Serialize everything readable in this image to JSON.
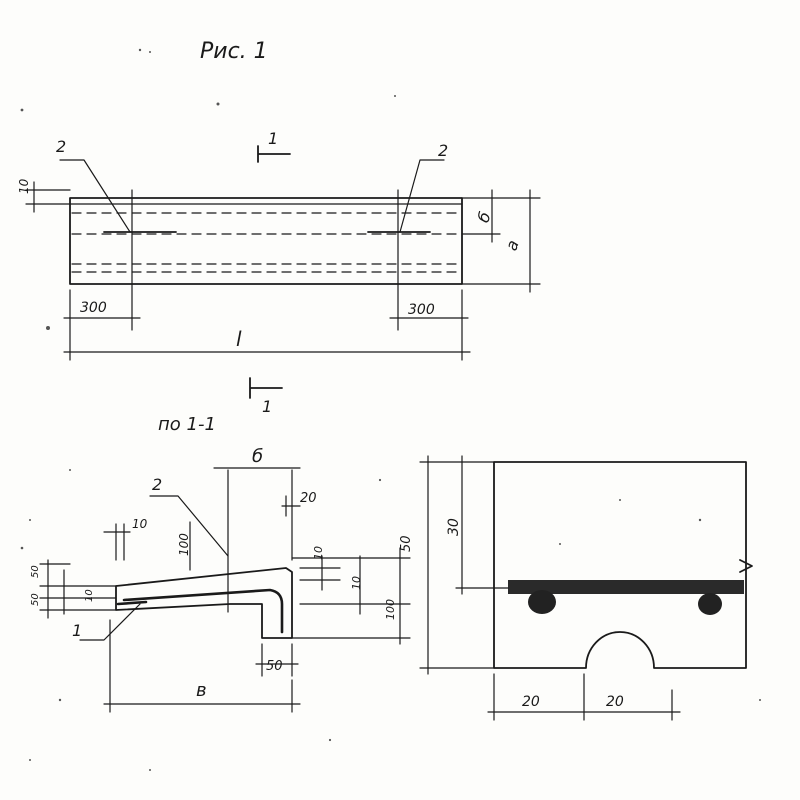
{
  "figure": {
    "title": "Рис. 1",
    "section_mark": "1",
    "section_mark_lower": "1",
    "section_caption": "по 1-1"
  },
  "plan_view": {
    "label_left_bar": "2",
    "label_right_bar": "2",
    "dim_edge": "10",
    "dim_left": "300",
    "dim_right": "300",
    "dim_length": "l",
    "dim_height_inner": "б",
    "dim_height_outer": "а"
  },
  "section_view": {
    "label_bar_top": "2",
    "label_bar_bottom": "1",
    "dim_width_top": "б",
    "dim_width_bottom": "в",
    "dim_top_right": "20",
    "dim_top_left": "10",
    "dim_slope": "100",
    "dim_right_small": "10",
    "dim_right_mid": "10",
    "dim_right_large": "100",
    "dim_right_total": "50",
    "dim_bottom_leg": "50",
    "dim_left_a": "50",
    "dim_left_b": "50",
    "dim_left_c": "10"
  },
  "detail_view": {
    "dim_height": "30",
    "dim_left": "20",
    "dim_right": "20"
  }
}
